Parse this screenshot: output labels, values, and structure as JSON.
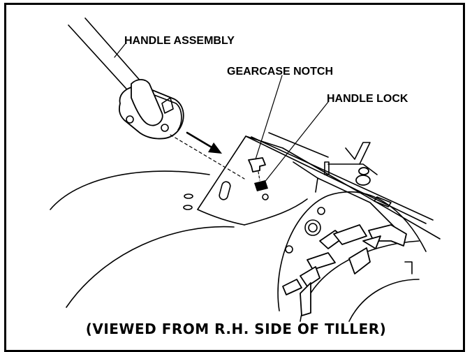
{
  "labels": {
    "handle_assembly": "HANDLE ASSEMBLY",
    "gearcase_notch": "GEARCASE NOTCH",
    "handle_lock": "HANDLE LOCK"
  },
  "caption": "(VIEWED FROM R.H. SIDE OF TILLER)",
  "colors": {
    "ink": "#000000",
    "paper": "#ffffff"
  }
}
